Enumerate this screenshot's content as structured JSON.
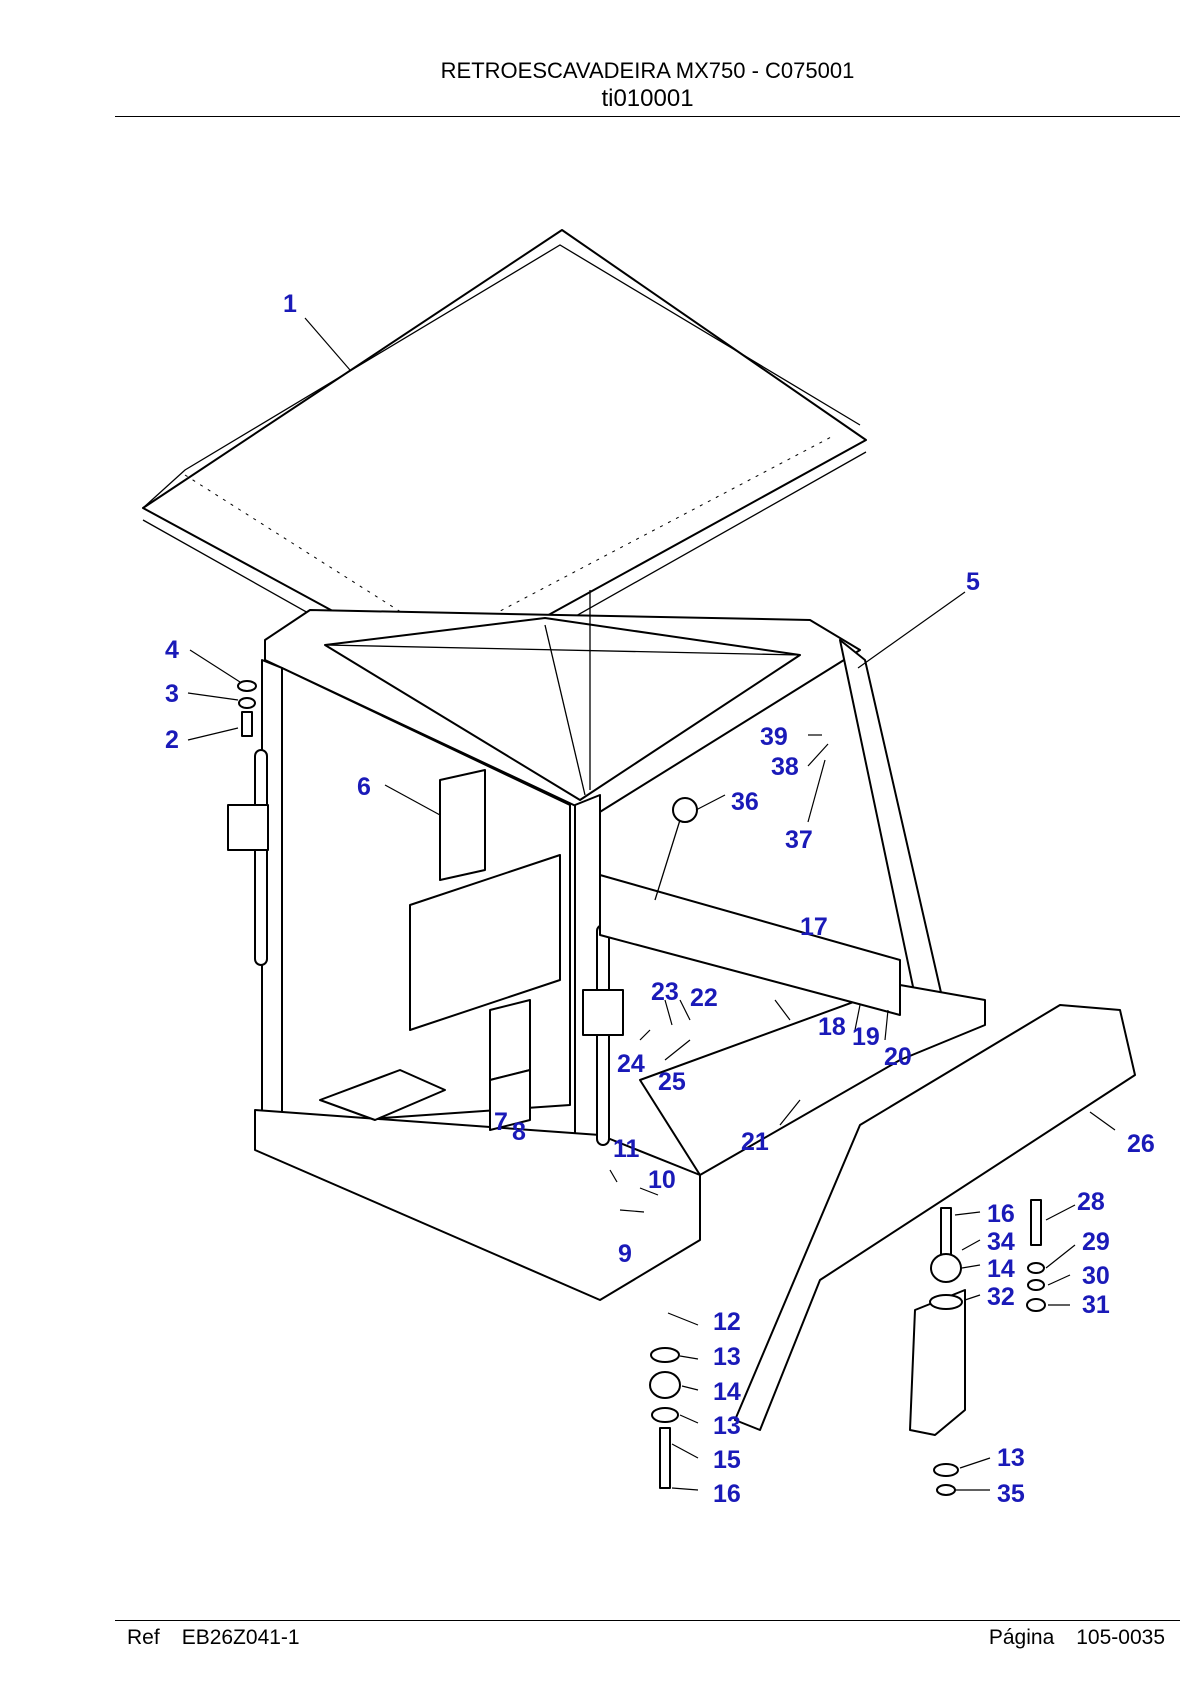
{
  "header": {
    "title": "RETROESCAVADEIRA MX750 - C075001",
    "subtitle": "ti010001"
  },
  "footer": {
    "ref_label": "Ref",
    "ref_value": "EB26Z041-1",
    "page_label": "Página",
    "page_value": "105-0035"
  },
  "callouts": [
    "1",
    "2",
    "3",
    "4",
    "5",
    "6",
    "7",
    "8",
    "9",
    "10",
    "11",
    "12",
    "13",
    "14",
    "15",
    "16",
    "17",
    "18",
    "19",
    "20",
    "21",
    "22",
    "23",
    "24",
    "25",
    "26",
    "28",
    "29",
    "30",
    "31",
    "32",
    "34",
    "35",
    "36",
    "37",
    "38",
    "39"
  ],
  "colors": {
    "callout": "#1a1ab8",
    "line": "#000000"
  }
}
